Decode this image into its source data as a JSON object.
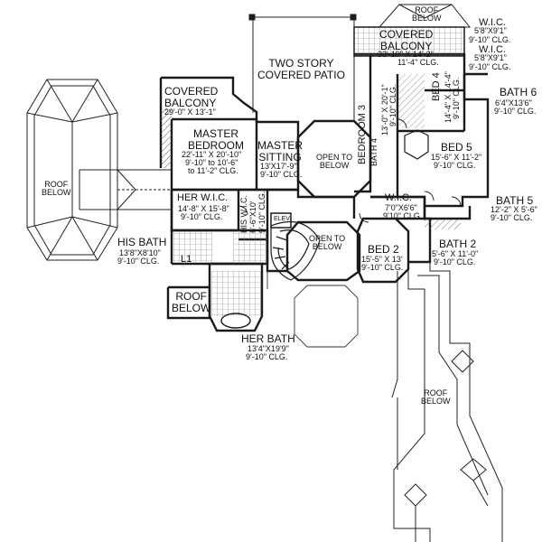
{
  "colors": {
    "wall": "#1a1a1a",
    "hatch": "#555555",
    "background": "#ffffff"
  },
  "rooms": {
    "roof_below_top": "ROOF\nBELOW",
    "wic_top1": {
      "name": "W.I.C.",
      "dims": "5'8\"X9'1\"",
      "clg": "9'-10\" CLG."
    },
    "wic_top2": {
      "name": "W.I.C.",
      "dims": "5'8\"X9'1\"",
      "clg": "9'-10\" CLG."
    },
    "covered_balcony_right": {
      "name": "COVERED\nBALCONY",
      "dims": "33'-10\" X 14'-2\"",
      "dims2": "11'-4\" CLG."
    },
    "patio": "TWO STORY\nCOVERED PATIO",
    "covered_balcony_left": {
      "name": "COVERED\nBALCONY",
      "dims": "29'-0\" X 13'-1\""
    },
    "master_bedroom": {
      "name": "MASTER\nBEDROOM",
      "dims": "22'-11\" X 20'-10\"",
      "dims2": "9'-10\" to 10'-6\"",
      "clg": "to 11'-2\" CLG."
    },
    "master_sitting": {
      "name": "MASTER\nSITTING",
      "dims": "13'X17'-9\"",
      "clg": "9'-10\" CLG."
    },
    "open_to_below_1": "OPEN TO\nBELOW",
    "bedroom3": {
      "name": "BEDROOM 3",
      "dims": "13'-0\" X 20'-1\"",
      "clg": "9'-10\" CLG."
    },
    "bath4": "BATH 4",
    "bed4": {
      "name": "BED 4",
      "dims": "14'-4\" X 14'-4\"",
      "clg": "9'-10\" CLG."
    },
    "bath6": {
      "name": "BATH 6",
      "dims": "6'4\"X13'6\"",
      "clg": "9'-10\" CLG."
    },
    "bed5": {
      "name": "BED 5",
      "dims": "15'-6\" X 11'-2\"",
      "clg": "9'-10\" CLG."
    },
    "roof_below_left": "ROOF\nBELOW",
    "her_wic": {
      "name": "HER W.I.C.",
      "dims": "14'-8\" X 15'-8\"",
      "clg": "9'-10\" CLG."
    },
    "his_wic": {
      "name": "HIS W.I.C.",
      "dims": "6'-6\"X10'",
      "clg": "9'-10\" CLG."
    },
    "elev": "ELEV.",
    "wic_mid": {
      "name": "W.I.C.",
      "dims": "7'0\"X6'6\"",
      "clg": "9'10\" CLG."
    },
    "bath5": {
      "name": "BATH 5",
      "dims": "12'-2\" X 5'-6\"",
      "clg": "9'-10\" CLG."
    },
    "open_to_below_2": "OPEN TO\nBELOW",
    "bed2": {
      "name": "BED 2",
      "dims": "15'-5\" X 13'",
      "clg": "9'-10\" CLG."
    },
    "bath2": {
      "name": "BATH 2",
      "dims": "5'-6\" X 11'-0\"",
      "clg": "9'-10\" CLG."
    },
    "his_bath": {
      "name": "HIS BATH",
      "dims": "13'8\"X8'10\"",
      "clg": "9'-10\" CLG."
    },
    "l1": "L1",
    "roof_below_small": "ROOF\nBELOW",
    "her_bath": {
      "name": "HER BATH",
      "dims": "13'4\"X19'9\"",
      "clg": "9'-10\" CLG."
    },
    "roof_below_right": "ROOF\nBELOW"
  }
}
